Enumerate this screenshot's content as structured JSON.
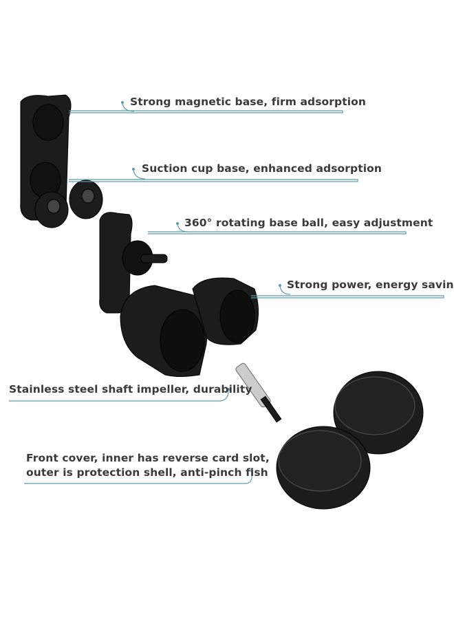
{
  "accent_color": "#5c9cab",
  "callouts": [
    {
      "text": "Strong magnetic base, firm adsorption"
    },
    {
      "text": "Suction cup base, enhanced adsorption"
    },
    {
      "text": "360° rotating base ball, easy adjustment"
    },
    {
      "text": "Strong power, energy saving"
    },
    {
      "text": "Stainless steel shaft impeller, durability"
    },
    {
      "text_line1": "Front cover, inner has reverse card slot,",
      "text_line2": "outer is protection shell, anti-pinch fish"
    }
  ],
  "parts": [
    "magnetic-base",
    "suction-cups",
    "rotating-ball-mount",
    "pump-body",
    "impeller-shaft",
    "front-covers"
  ]
}
